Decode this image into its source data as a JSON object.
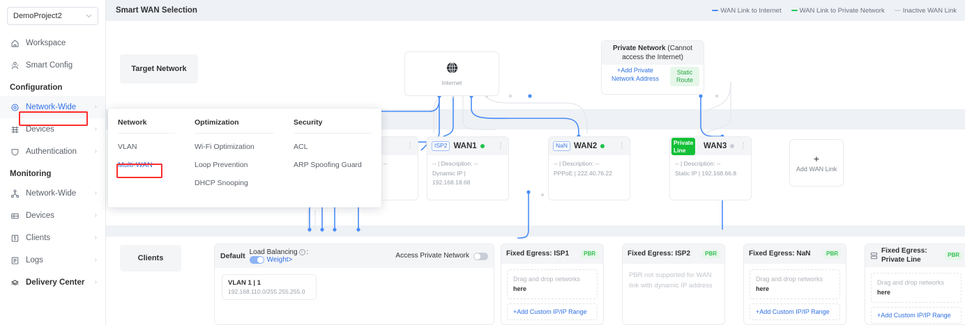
{
  "sidebar": {
    "project": {
      "name": "DemoProject2",
      "caret": "chevron-down-icon"
    },
    "top_items": [
      {
        "label": "Workspace",
        "icon": "home-icon",
        "arrow": ""
      },
      {
        "label": "Smart Config",
        "icon": "smart-config-icon",
        "arrow": ""
      }
    ],
    "section_configuration": "Configuration",
    "config_items": [
      {
        "label": "Network-Wide",
        "icon": "globe-gear-icon",
        "arrow": "›",
        "active": true
      },
      {
        "label": "Devices",
        "icon": "devices-grid-icon",
        "arrow": "›"
      },
      {
        "label": "Authentication",
        "icon": "shield-icon",
        "arrow": "›"
      }
    ],
    "section_monitoring": "Monitoring",
    "monitor_items": [
      {
        "label": "Network-Wide",
        "icon": "topology-icon",
        "arrow": "›"
      },
      {
        "label": "Devices",
        "icon": "device-rack-icon",
        "arrow": "›"
      },
      {
        "label": "Clients",
        "icon": "client-icon",
        "arrow": "›"
      },
      {
        "label": "Logs",
        "icon": "logs-icon",
        "arrow": "›"
      },
      {
        "label": "Delivery Center",
        "icon": "delivery-icon",
        "arrow": "›"
      }
    ]
  },
  "mega_menu": {
    "columns": [
      {
        "header": "Network",
        "items": [
          {
            "label": "VLAN"
          },
          {
            "label": "Multi-WAN",
            "highlighted": true
          }
        ]
      },
      {
        "header": "Optimization",
        "items": [
          {
            "label": "Wi-Fi Optimization"
          },
          {
            "label": "Loop Prevention"
          },
          {
            "label": "DHCP Snooping"
          }
        ]
      },
      {
        "header": "Security",
        "items": [
          {
            "label": "ACL"
          },
          {
            "label": "ARP Spoofing Guard"
          }
        ]
      }
    ]
  },
  "header": {
    "title": "Smart WAN Selection",
    "legend": [
      {
        "label": "WAN Link to Internet",
        "color": "#4a8cf7"
      },
      {
        "label": "WAN Link to Private Network",
        "color": "#22c55e"
      },
      {
        "label": "Inactive WAN Link",
        "color": "#d4d8de"
      }
    ]
  },
  "diagram": {
    "row_labels": {
      "target_network": "Target Network",
      "clients": "Clients"
    },
    "internet_node": {
      "label": "Internet",
      "icon": "globe-icon"
    },
    "private_network_node": {
      "title_bold": "Private Network",
      "title_rest": "(Cannot access the Internet)",
      "add_link": "+Add Private Network Address",
      "static_route_chip": "Static Route"
    },
    "wan_cards": [
      {
        "name": "",
        "isp_chip": "",
        "status": "on",
        "description": "-- | Description: --",
        "detail": "",
        "kebab": "⋮",
        "occluded": true
      },
      {
        "name": "WAN1",
        "isp_chip": "ISP2",
        "status": "on",
        "description": "-- | Description: --",
        "detail": "Dynamic IP | 192.168.18.68",
        "kebab": "⋮"
      },
      {
        "name": "WAN2",
        "isp_chip": "NaN",
        "status": "on",
        "description": "-- | Description: --",
        "detail": "PPPoE | 222.40.76.22",
        "kebab": "⋮"
      },
      {
        "name": "WAN3",
        "isp_chip": "Private Line",
        "isp_chip_style": "private-line",
        "status": "off",
        "description": "-- | Description: --",
        "detail": "Static IP | 192.168.66.8",
        "kebab": "⋮"
      }
    ],
    "add_wan_link": {
      "label": "Add WAN Link",
      "plus": "+"
    }
  },
  "default_policy": {
    "label": "Default",
    "load_balancing_label": "Load Balancing",
    "load_balancing_suffix": ":",
    "info_icon": "i",
    "load_balancing_on": true,
    "weight_link": "Weight>",
    "access_private_network_label": "Access Private Network",
    "access_private_network_on": false,
    "vlan": {
      "name": "VLAN 1 | 1",
      "subnet": "192.168.110.0/255.255.255.0"
    }
  },
  "egress_cards": [
    {
      "title": "Fixed Egress: ISP1",
      "badge": "PBR",
      "drop_text": "Drag and drop networks",
      "drop_bold": "here",
      "add_link": "+Add Custom IP/IP Range",
      "disabled": false,
      "icon": null
    },
    {
      "title": "Fixed Egress: ISP2",
      "badge": "PBR",
      "disabled": true,
      "disabled_text": "PBR not supported for WAN link with dynamic IP address",
      "icon": null
    },
    {
      "title": "Fixed Egress: NaN",
      "badge": "PBR",
      "drop_text": "Drag and drop networks",
      "drop_bold": "here",
      "add_link": "+Add Custom IP/IP Range",
      "disabled": false,
      "icon": null
    },
    {
      "title": "Fixed Egress: Private Line",
      "badge": "PBR",
      "drop_text": "Drag and drop networks",
      "drop_bold": "here",
      "add_link": "+Add Custom IP/IP Range",
      "disabled": false,
      "icon": "server-icon"
    }
  ],
  "colors": {
    "accent_blue": "#2f6fe4",
    "link_blue": "#4a8cf7",
    "green": "#22c55e",
    "inactive_gray": "#d4d8de",
    "highlight_red": "#ff2d2d"
  }
}
